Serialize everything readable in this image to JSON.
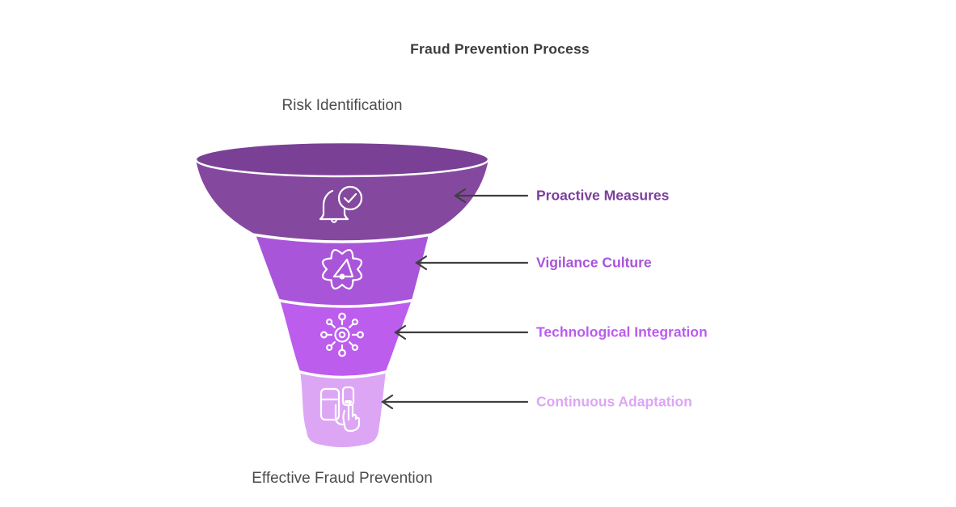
{
  "title": "Fraud Prevention Process",
  "funnel": {
    "top_label": "Risk Identification",
    "bottom_label": "Effective Fraud Prevention",
    "rim_color": "#7a4096",
    "arrow_color": "#3f3f3f",
    "stages": [
      {
        "label": "Proactive Measures",
        "fill": "#85489f",
        "label_color": "#7c3f9c",
        "icon": "bell-check-icon"
      },
      {
        "label": "Vigilance Culture",
        "fill": "#a955d9",
        "label_color": "#a955d9",
        "icon": "badge-megaphone-icon"
      },
      {
        "label": "Technological Integration",
        "fill": "#bc5dee",
        "label_color": "#bb5cf0",
        "icon": "network-hub-icon"
      },
      {
        "label": "Continuous Adaptation",
        "fill": "#dda6f5",
        "label_color": "#dda6f5",
        "icon": "device-hand-icon"
      }
    ]
  }
}
